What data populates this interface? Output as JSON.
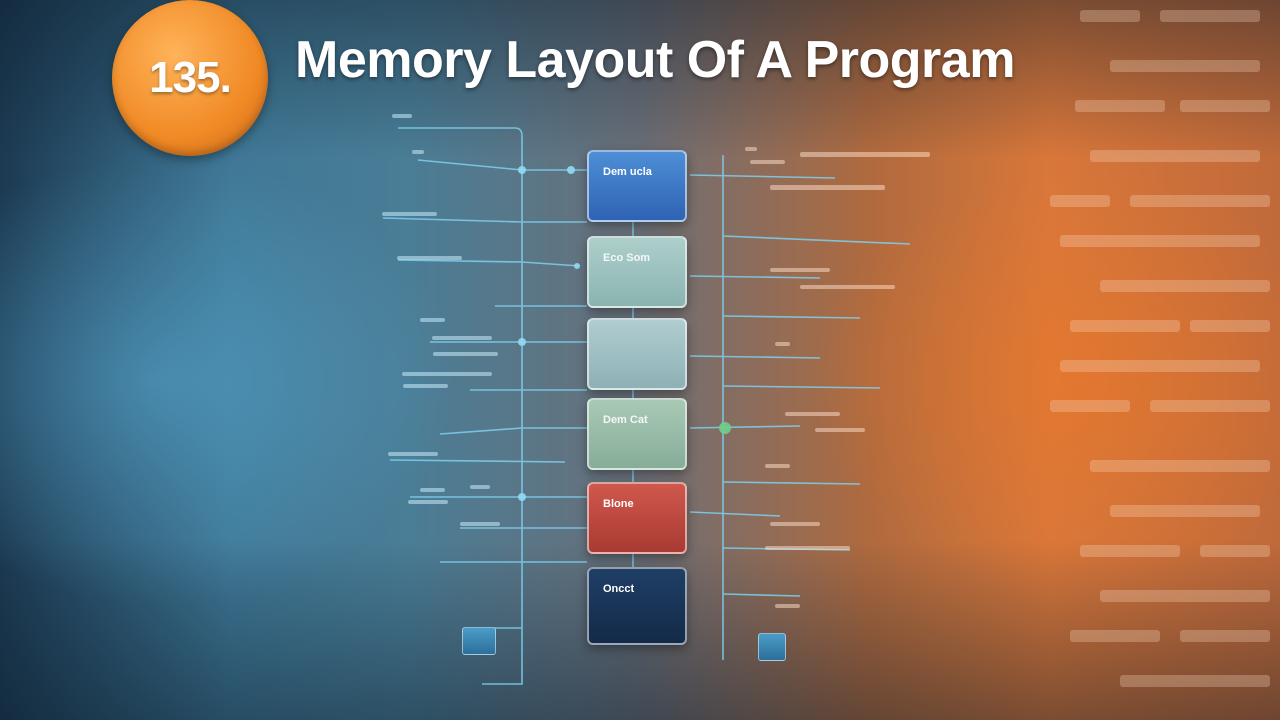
{
  "badge": {
    "number": "135."
  },
  "title": "Memory Layout Of A Program",
  "blocks": [
    {
      "label": "Dem ucla",
      "color": "#3f79c8"
    },
    {
      "label": "Eco Som",
      "color": "#9fc3c0"
    },
    {
      "label": "",
      "color": "#a1c0c4"
    },
    {
      "label": "Dem Cat",
      "color": "#98bba6"
    },
    {
      "label": "Blone",
      "color": "#bd4a40"
    },
    {
      "label": "Oncct",
      "color": "#1a3558"
    }
  ],
  "colors": {
    "badge": "#f08a25",
    "left_bg": "#3f7896",
    "right_bg": "#d9773a",
    "connector": "#6fc3e0"
  }
}
